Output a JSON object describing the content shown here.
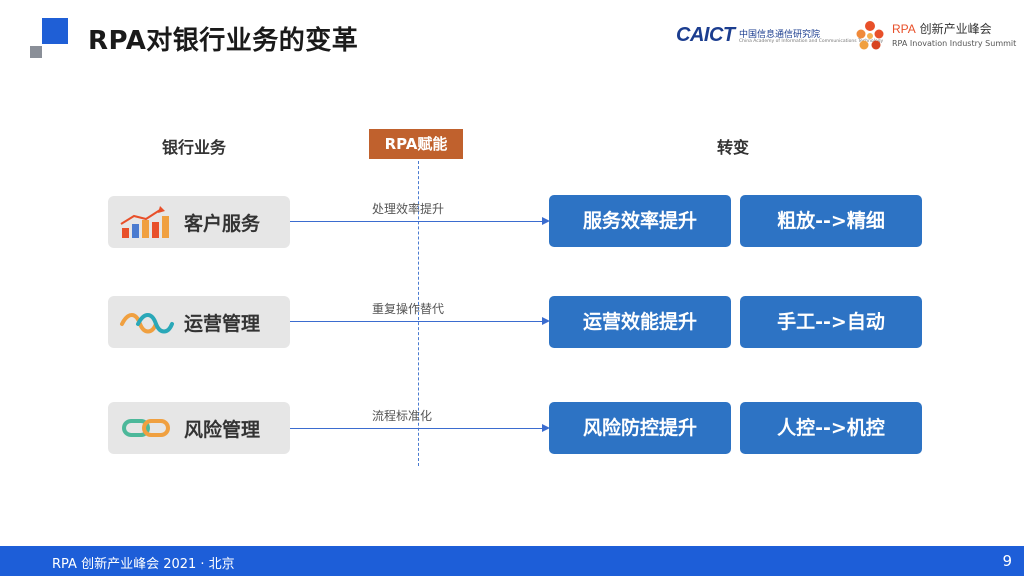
{
  "header": {
    "title": "RPA对银行业务的变革",
    "caict": {
      "word": "CAICT",
      "cn": "中国信息通信研究院",
      "en": "China Academy of Information and Communications Technology"
    },
    "summit": {
      "rpa": "RPA",
      "cn": "创新产业峰会",
      "en": "RPA Inovation Industry Summit"
    }
  },
  "columns": {
    "business": "银行业务",
    "rpa": "RPA赋能",
    "change": "转变"
  },
  "rows": [
    {
      "business": "客户服务",
      "connector": "处理效率提升",
      "result": "服务效率提升",
      "shift": "粗放-->精细",
      "icon": "bar-chart-icon"
    },
    {
      "business": "运营管理",
      "connector": "重复操作替代",
      "result": "运营效能提升",
      "shift": "手工-->自动",
      "icon": "wave-chain-icon"
    },
    {
      "business": "风险管理",
      "connector": "流程标准化",
      "result": "风险防控提升",
      "shift": "人控-->机控",
      "icon": "link-icon"
    }
  ],
  "footer": {
    "text": "RPA 创新产业峰会 2021 · 北京",
    "page": "9"
  },
  "colors": {
    "accent": "#1f5fd6",
    "badge": "#c0612d",
    "result_box": "#2d73c4",
    "footer": "#1d5ed8"
  }
}
